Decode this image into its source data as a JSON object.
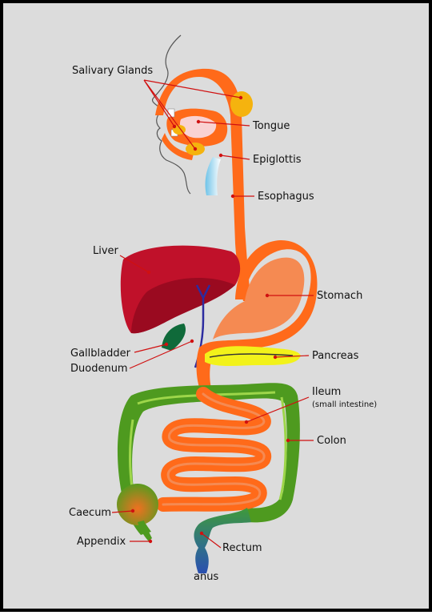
{
  "labels": {
    "salivary_glands": "Salivary Glands",
    "tongue": "Tongue",
    "epiglottis": "Epiglottis",
    "esophagus": "Esophagus",
    "liver": "Liver",
    "stomach": "Stomach",
    "gallbladder": "Gallbladder",
    "duodenum": "Duodenum",
    "pancreas": "Pancreas",
    "ileum": "Ileum",
    "ileum_note": "(small intestine)",
    "colon": "Colon",
    "caecum": "Caecum",
    "appendix": "Appendix",
    "rectum": "Rectum",
    "anus": "anus"
  },
  "colors": {
    "background": "#dcdcdc",
    "esophagus": "#ff6a1a",
    "stomach": "#f58a52",
    "liver": "#c0112a",
    "colon": "#4e9a1f",
    "pancreas": "#f2f21a",
    "gallbladder": "#0f6a3a",
    "leader": "#d01010"
  }
}
